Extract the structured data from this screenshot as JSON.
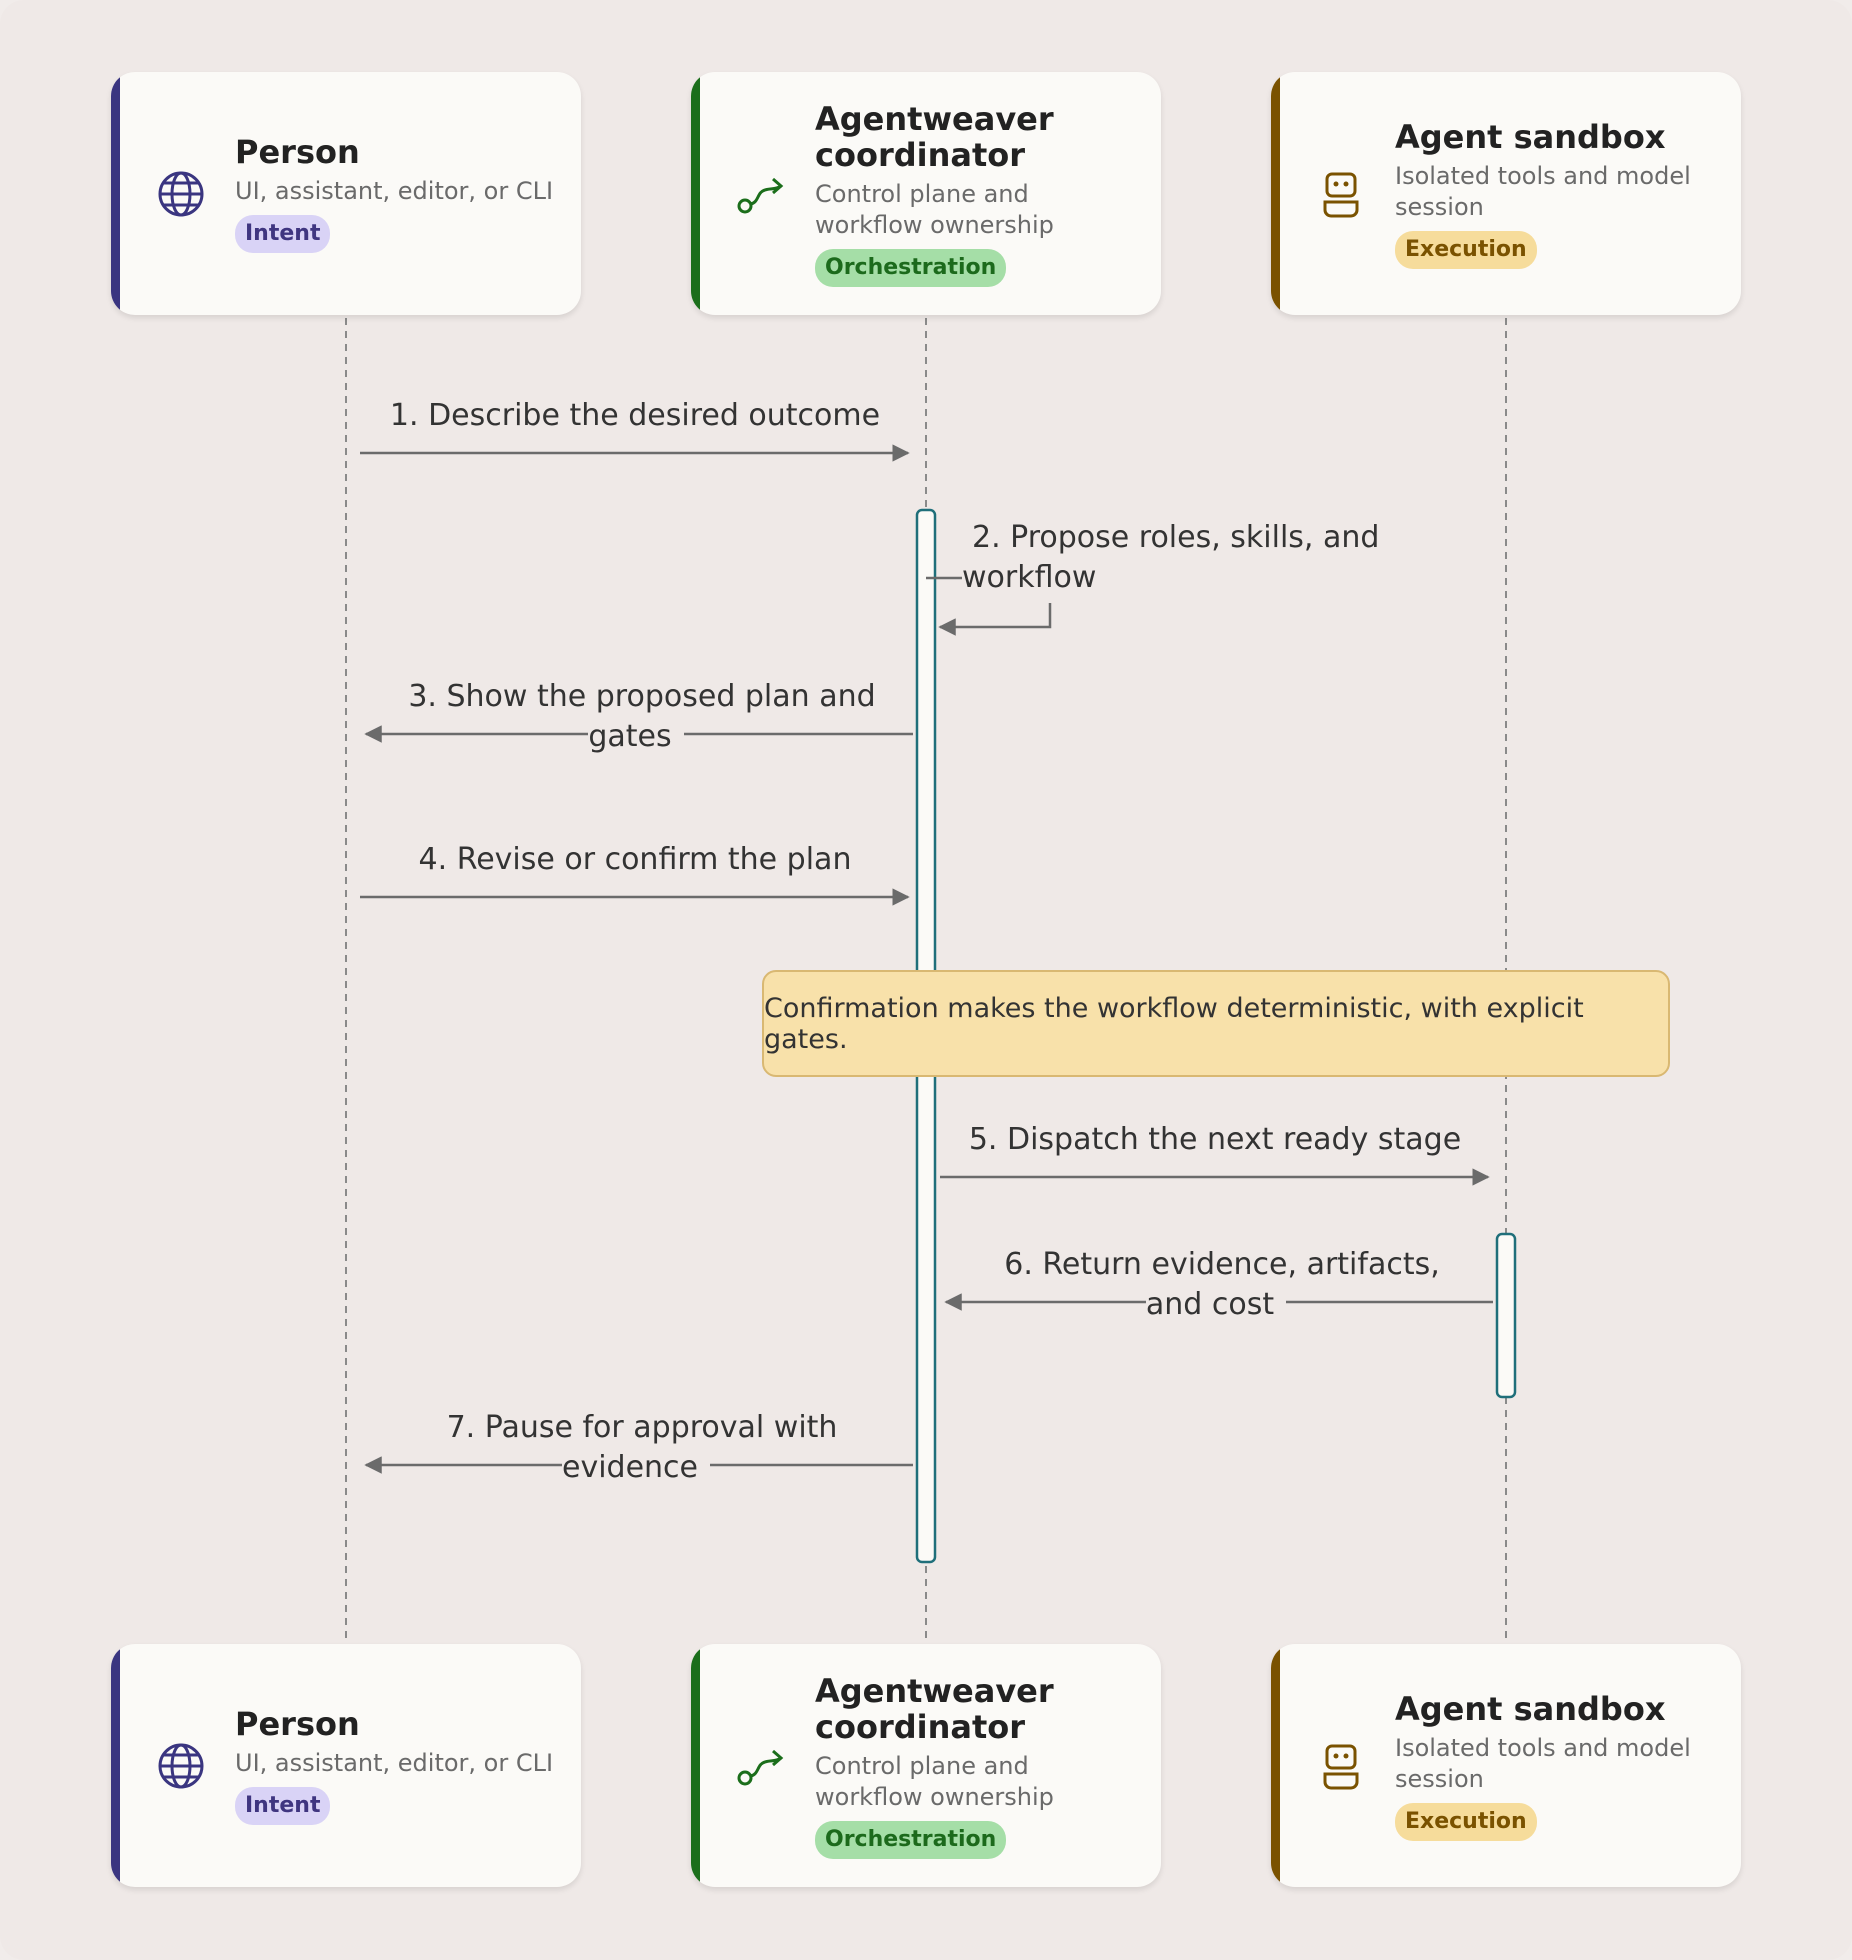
{
  "participants": [
    {
      "title": "Person",
      "subtitle": "UI, assistant, editor, or CLI",
      "badge": "Intent",
      "icon": "globe-icon",
      "accent": "#3a3580"
    },
    {
      "title": "Agentweaver coordinator",
      "subtitle": "Control plane and workflow ownership",
      "badge": "Orchestration",
      "icon": "route-icon",
      "accent": "#1b6e1b"
    },
    {
      "title": "Agent sandbox",
      "subtitle": "Isolated tools and model session",
      "badge": "Execution",
      "icon": "robot-icon",
      "accent": "#7a5200"
    }
  ],
  "messages": [
    {
      "label": "1. Describe the desired outcome"
    },
    {
      "label": "2. Propose roles, skills, and workflow"
    },
    {
      "label": "3. Show the proposed plan and gates"
    },
    {
      "label": "4. Revise or confirm the plan"
    },
    {
      "label": "5. Dispatch the next ready stage"
    },
    {
      "label": "6. Return evidence, artifacts, and cost"
    },
    {
      "label": "7. Pause for approval with evidence"
    }
  ],
  "note": "Confirmation makes the workflow deterministic, with explicit gates.",
  "colors": {
    "activation": "#1f6f7a",
    "arrow": "#6b6b6b",
    "lifeline": "#8a8a8a"
  }
}
